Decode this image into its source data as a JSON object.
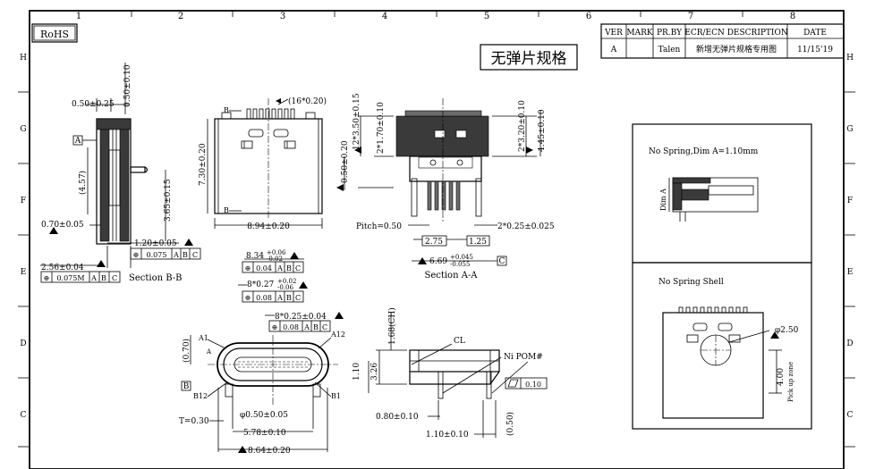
{
  "frame": {
    "columns": [
      "1",
      "2",
      "3",
      "4",
      "5",
      "6",
      "7",
      "8"
    ],
    "rows_left": [
      "H",
      "G",
      "F",
      "E",
      "D",
      "C"
    ],
    "rows_right": [
      "H",
      "G",
      "F",
      "E",
      "D",
      "C"
    ]
  },
  "rohs": "RoHS",
  "title_cn": "无弹片规格",
  "revision": {
    "headers": [
      "VER",
      "MARK",
      "PR.BY",
      "ECR/ECN DESCRIPTION",
      "DATE"
    ],
    "row": [
      "A",
      "",
      "Talen",
      "新增无弹片规格专用图",
      "11/15'19"
    ]
  },
  "section_bb": {
    "label": "Section B-B",
    "marker": "A",
    "dims": {
      "top_width": "0.50±0.25",
      "top_height": "0.50±0.10",
      "left_height": "(4.57)",
      "right_height": "3.65±0.15",
      "left_offset": "0.70±0.05",
      "pin_width": "1.20±0.05",
      "bottom_width": "2.56±0.04"
    },
    "tol1": [
      "⊕",
      "0.075",
      "A",
      "B",
      "C"
    ],
    "tol2": [
      "⊕",
      "0.075M",
      "A",
      "B",
      "C"
    ]
  },
  "top_view": {
    "pins_note": "(16*0.20)",
    "height": "7.30±0.20",
    "width": "8.94±0.20",
    "cut_b": "B"
  },
  "section_aa": {
    "label": "Section A-A",
    "datum": "C",
    "dims": {
      "pitch_h1": "12*3.50±0.15",
      "pitch_h2": "2*1.70±0.10",
      "left_h": "0.50±0.20",
      "right_h1": "2*3.20±0.10",
      "right_h2": "4.45±0.10",
      "pitch": "Pitch=0.50",
      "pin_w": "2*0.25±0.025",
      "inner1": "2.75",
      "inner2": "1.25",
      "overall": "6.69",
      "overall_up": "+0.045",
      "overall_dn": "-0.055"
    }
  },
  "front_view": {
    "dims": {
      "w1": "8.34",
      "w1_up": "+0.06",
      "w1_dn": "-0.02",
      "w2": "8*0.27",
      "w2_up": "+0.02",
      "w2_dn": "-0.06",
      "w3": "8*0.25±0.04",
      "h": "(0.70)",
      "thick": "T=0.30",
      "hole": "φ0.50±0.05",
      "base1": "5.78±0.10",
      "base2": "8.64±0.20"
    },
    "tol_a": [
      "⊕",
      "0.04",
      "A",
      "B",
      "C"
    ],
    "tol_b": [
      "⊕",
      "0.08",
      "A",
      "B",
      "C"
    ],
    "tol_c": [
      "⊕",
      "0.08",
      "A",
      "B",
      "C"
    ],
    "pins": [
      "A1",
      "A12",
      "B12",
      "B1"
    ],
    "datum_a": "A",
    "datum_b": "B"
  },
  "side_view": {
    "dims": {
      "h1": "1.68(CH)",
      "h2": "1.10",
      "h3": "3.26",
      "b1": "0.80±0.10",
      "b2": "1.10±0.10",
      "b3": "(0.50)"
    },
    "cl": "CL",
    "pom": "Ni POM#",
    "flat": "0.10"
  },
  "no_spring": {
    "title1": "No Spring,Dim A=1.10mm",
    "dim_a": "Dim A",
    "title2": "No Spring Shell",
    "phi": "φ2.50",
    "h": "4.00",
    "pick": "Pick up zone"
  }
}
